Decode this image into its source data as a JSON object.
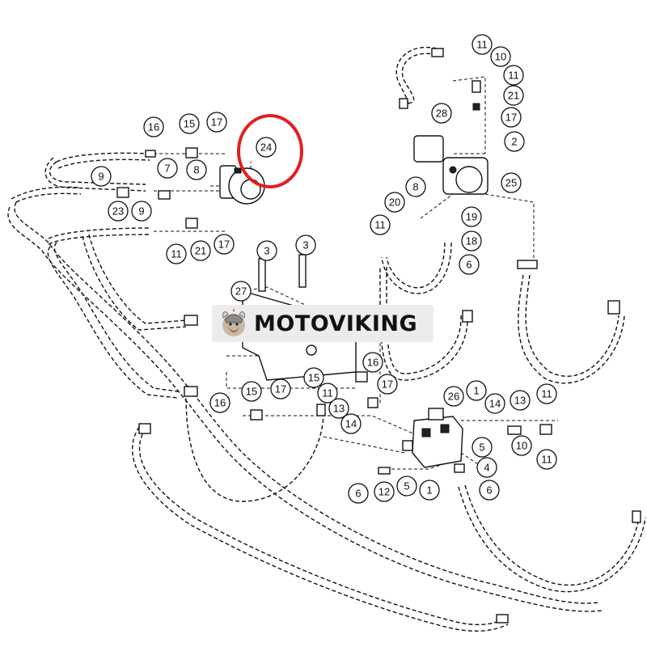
{
  "brand": {
    "name": "MOTOVIKING"
  },
  "highlight": {
    "color": "#e02020",
    "target_label": "24"
  },
  "callouts": [
    "11",
    "10",
    "11",
    "21",
    "17",
    "2",
    "28",
    "25",
    "8",
    "20",
    "19",
    "11",
    "18",
    "6",
    "16",
    "15",
    "17",
    "24",
    "9",
    "7",
    "8",
    "23",
    "9",
    "11",
    "21",
    "17",
    "3",
    "3",
    "27",
    "16",
    "15",
    "17",
    "11",
    "13",
    "14",
    "16",
    "15",
    "17",
    "26",
    "1",
    "14",
    "13",
    "11",
    "5",
    "10",
    "11",
    "4",
    "6",
    "6",
    "12",
    "5",
    "1"
  ]
}
